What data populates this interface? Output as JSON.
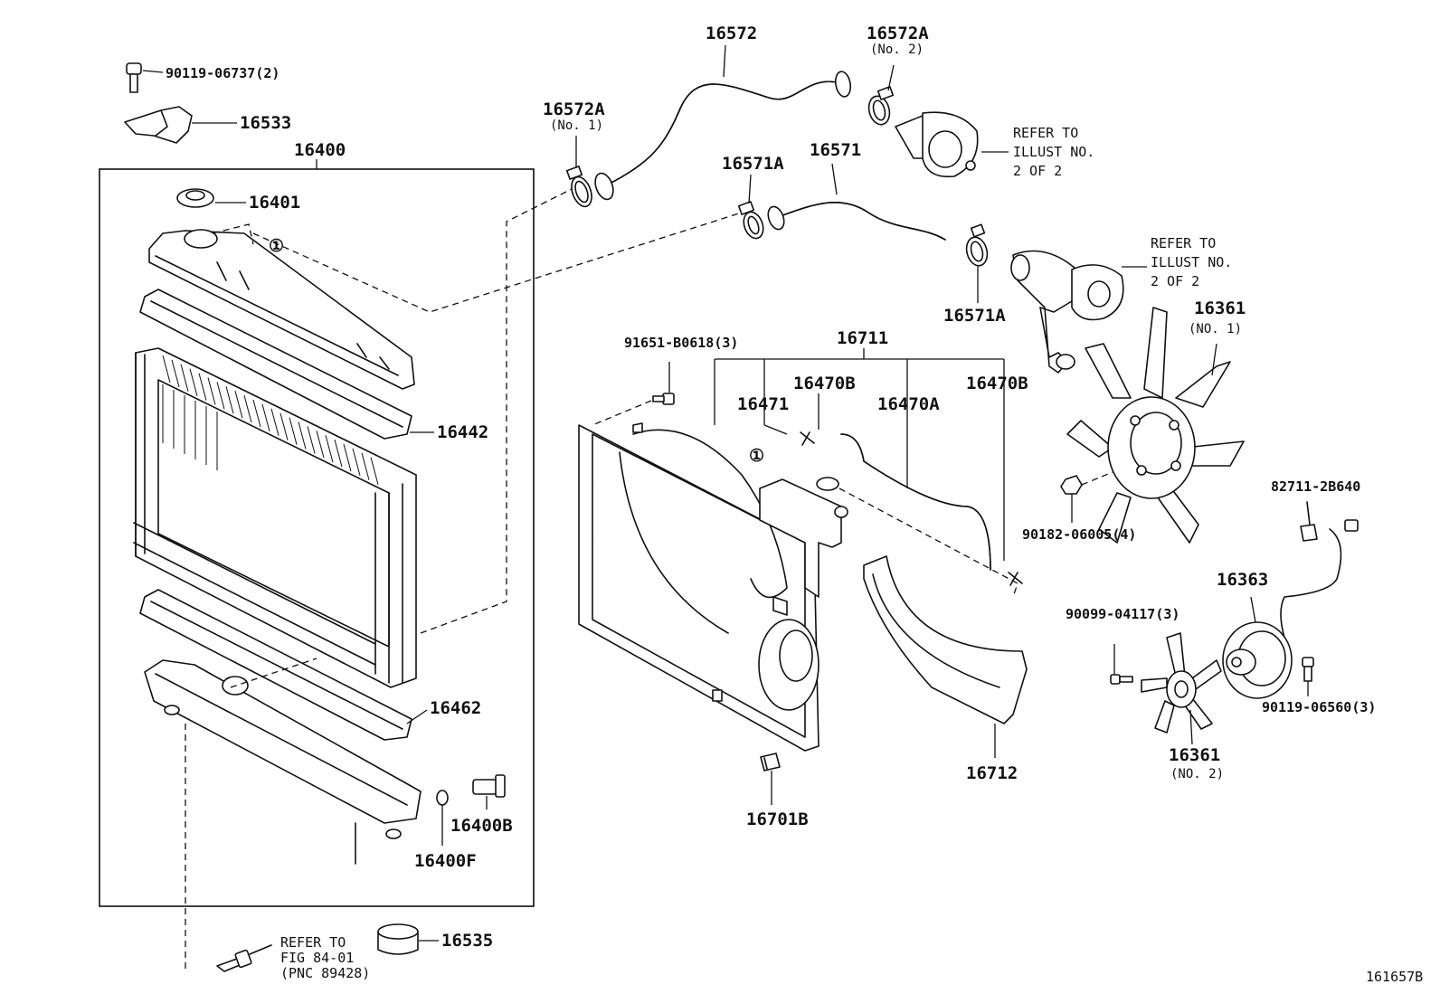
{
  "diagram_id": "161657B",
  "assembly_label": "16400",
  "callout": "①",
  "refer": {
    "illust_line1": "REFER TO",
    "illust_line2": "ILLUST NO.",
    "illust_line3": "2 OF 2",
    "fig_line1": "REFER TO",
    "fig_line2": "FIG 84-01",
    "fig_line3": "(PNC 89428)"
  },
  "parts": {
    "p90119_06737": "90119-06737(2)",
    "p16533": "16533",
    "p16401": "16401",
    "p16442": "16442",
    "p16462": "16462",
    "p16400B": "16400B",
    "p16400F": "16400F",
    "p16535": "16535",
    "p16572": "16572",
    "p16572A_1": "16572A",
    "p16572A_1_sub": "(No. 1)",
    "p16572A_2": "16572A",
    "p16572A_2_sub": "(No. 2)",
    "p16571": "16571",
    "p16571A_top": "16571A",
    "p16571A_bot": "16571A",
    "p16361_1": "16361",
    "p16361_1_sub": "(NO. 1)",
    "p91651": "91651-B0618(3)",
    "p16711": "16711",
    "p16470B_a": "16470B",
    "p16471": "16471",
    "p16470A": "16470A",
    "p16470B_b": "16470B",
    "p90182": "90182-06005(4)",
    "p82711": "82711-2B640",
    "p16363": "16363",
    "p90099": "90099-04117(3)",
    "p90119_06560": "90119-06560(3)",
    "p16361_2": "16361",
    "p16361_2_sub": "(NO. 2)",
    "p16712": "16712",
    "p16701B": "16701B"
  }
}
